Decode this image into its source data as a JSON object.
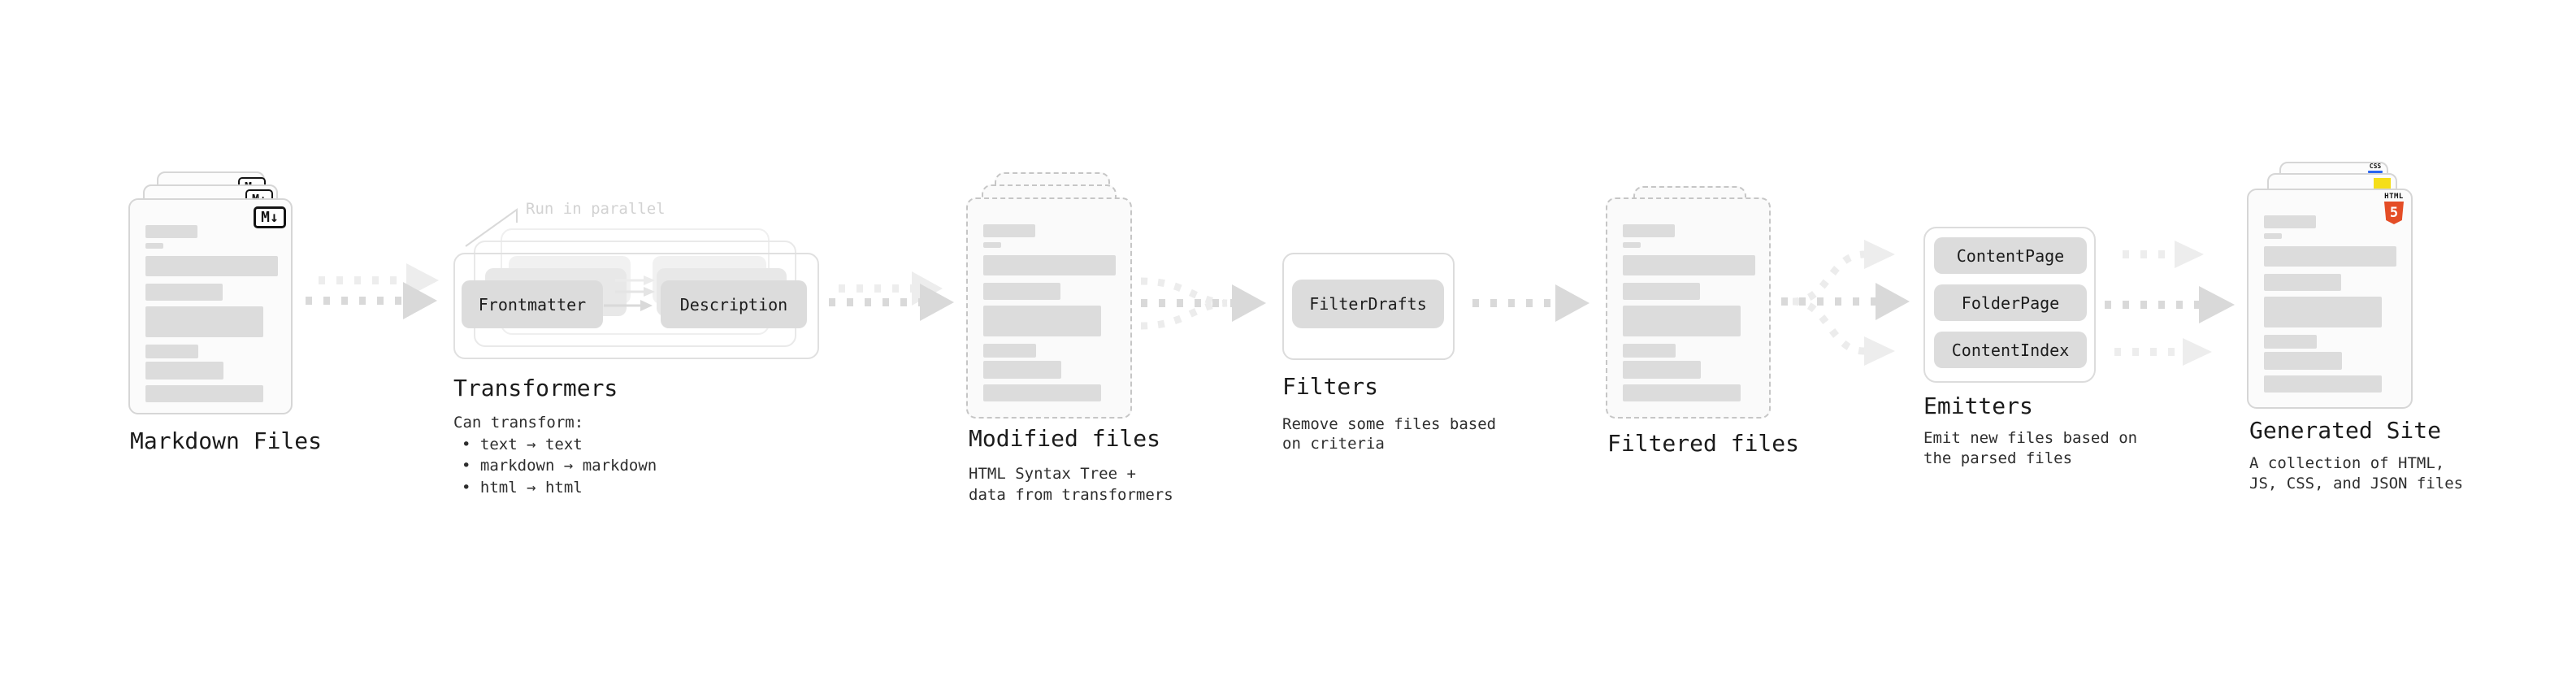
{
  "stages": {
    "markdown": {
      "label": "Markdown Files",
      "badge": "M↓"
    },
    "transformers": {
      "label": "Transformers",
      "annotation": "Run in parallel",
      "pill_frontmatter": "Frontmatter",
      "pill_description": "Description",
      "desc1": "Can transform:",
      "desc2": "• text → text",
      "desc3": "• markdown → markdown",
      "desc4": "• html → html"
    },
    "modified": {
      "label": "Modified files",
      "desc1": "HTML Syntax Tree +",
      "desc2": "data from transformers"
    },
    "filters": {
      "label": "Filters",
      "pill_filterdrafts": "FilterDrafts",
      "desc1": "Remove some files based",
      "desc2": "on criteria"
    },
    "filtered": {
      "label": "Filtered files"
    },
    "emitters": {
      "label": "Emitters",
      "pill1": "ContentPage",
      "pill2": "FolderPage",
      "pill3": "ContentIndex",
      "desc1": "Emit new files based on",
      "desc2": "the parsed files"
    },
    "generated": {
      "label": "Generated Site",
      "desc1": "A collection of HTML,",
      "desc2": "JS, CSS, and JSON files",
      "css_badge": "CSS",
      "html_badge_word": "HTML",
      "html_badge_number": "5"
    }
  },
  "colors": {
    "background": "#ffffff",
    "card_border": "#d6d6d6",
    "dashed_border": "#c6c6c6",
    "placeholder_bar": "#dcdcdc",
    "pill_background": "#dcdcdc",
    "arrow": "#d9d9d9",
    "arrow_light": "#ededed",
    "annotation_text": "#d2d2d2",
    "text": "#1b1b1b",
    "markdown_badge": "#141414",
    "css_blue": "#2965f1",
    "js_yellow": "#f5de19",
    "html_orange": "#e44d26"
  }
}
